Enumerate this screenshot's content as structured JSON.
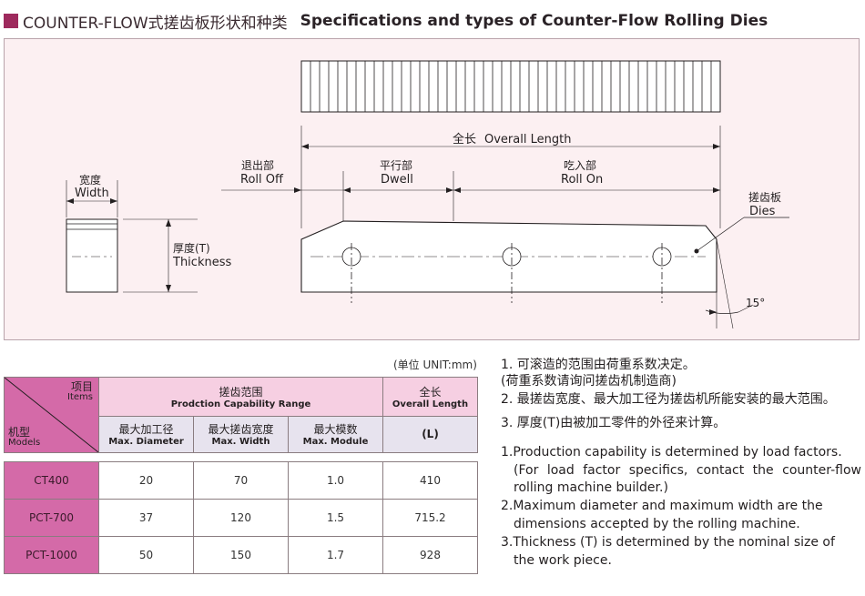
{
  "title": {
    "chinese": "COUNTER-FLOW式搓齿板形状和种类",
    "english": "Specifications and types of Counter-Flow Rolling Dies"
  },
  "diagram": {
    "overall_length_cn": "全长",
    "overall_length_en": "Overall Length",
    "roll_off_cn": "退出部",
    "roll_off_en": "Roll Off",
    "dwell_cn": "平行部",
    "dwell_en": "Dwell",
    "roll_on_cn": "吃入部",
    "roll_on_en": "Roll On",
    "dies_cn": "搓齿板",
    "dies_en": "Dies",
    "width_cn": "宽度",
    "width_en": "Width",
    "thickness_cn": "厚度(T)",
    "thickness_en": "Thickness",
    "angle": "15°"
  },
  "unit_label": "(单位 UNIT:mm)",
  "table": {
    "items_cn": "项目",
    "items_en": "Items",
    "models_cn": "机型",
    "models_en": "Models",
    "range_cn": "搓齿范围",
    "range_en": "Prodction Capability Range",
    "length_cn": "全长",
    "length_en": "Overall Length",
    "col_diameter_cn": "最大加工径",
    "col_diameter_en": "Max. Diameter",
    "col_width_cn": "最大搓齿宽度",
    "col_width_en": "Max. Width",
    "col_module_cn": "最大模数",
    "col_module_en": "Max. Module",
    "col_length": "(L)",
    "rows": [
      {
        "model": "CT400",
        "diameter": "20",
        "width": "70",
        "module": "1.0",
        "length": "410"
      },
      {
        "model": "PCT-700",
        "diameter": "37",
        "width": "120",
        "module": "1.5",
        "length": "715.2"
      },
      {
        "model": "PCT-1000",
        "diameter": "50",
        "width": "150",
        "module": "1.7",
        "length": "928"
      }
    ]
  },
  "notes": {
    "cn_1": "1. 可滚造的范围由荷重系数决定。",
    "cn_1b": "(荷重系数请询问搓齿机制造商)",
    "cn_2": "2. 最搓齿宽度、最大加工径为搓齿机所能安装的最大范围。",
    "cn_3": "3. 厚度(T)由被加工零件的外径来计算。",
    "en_1": "1.Production capability is determined by load factors.",
    "en_1b": "(For load factor specifics, contact the counter-flow rolling machine builder.)",
    "en_2": "2.Maximum diameter and maximum width are the",
    "en_2b": "dimensions accepted by the rolling machine.",
    "en_3": "3.Thickness (T) is determined by the nominal size of",
    "en_3b": "the work piece."
  },
  "colors": {
    "accent": "#9e2a5d",
    "diagram_bg": "#fcf0f2",
    "table_magenta": "#d46aa8",
    "table_pink": "#f6cfe2",
    "table_grey": "#e7e3ee"
  }
}
